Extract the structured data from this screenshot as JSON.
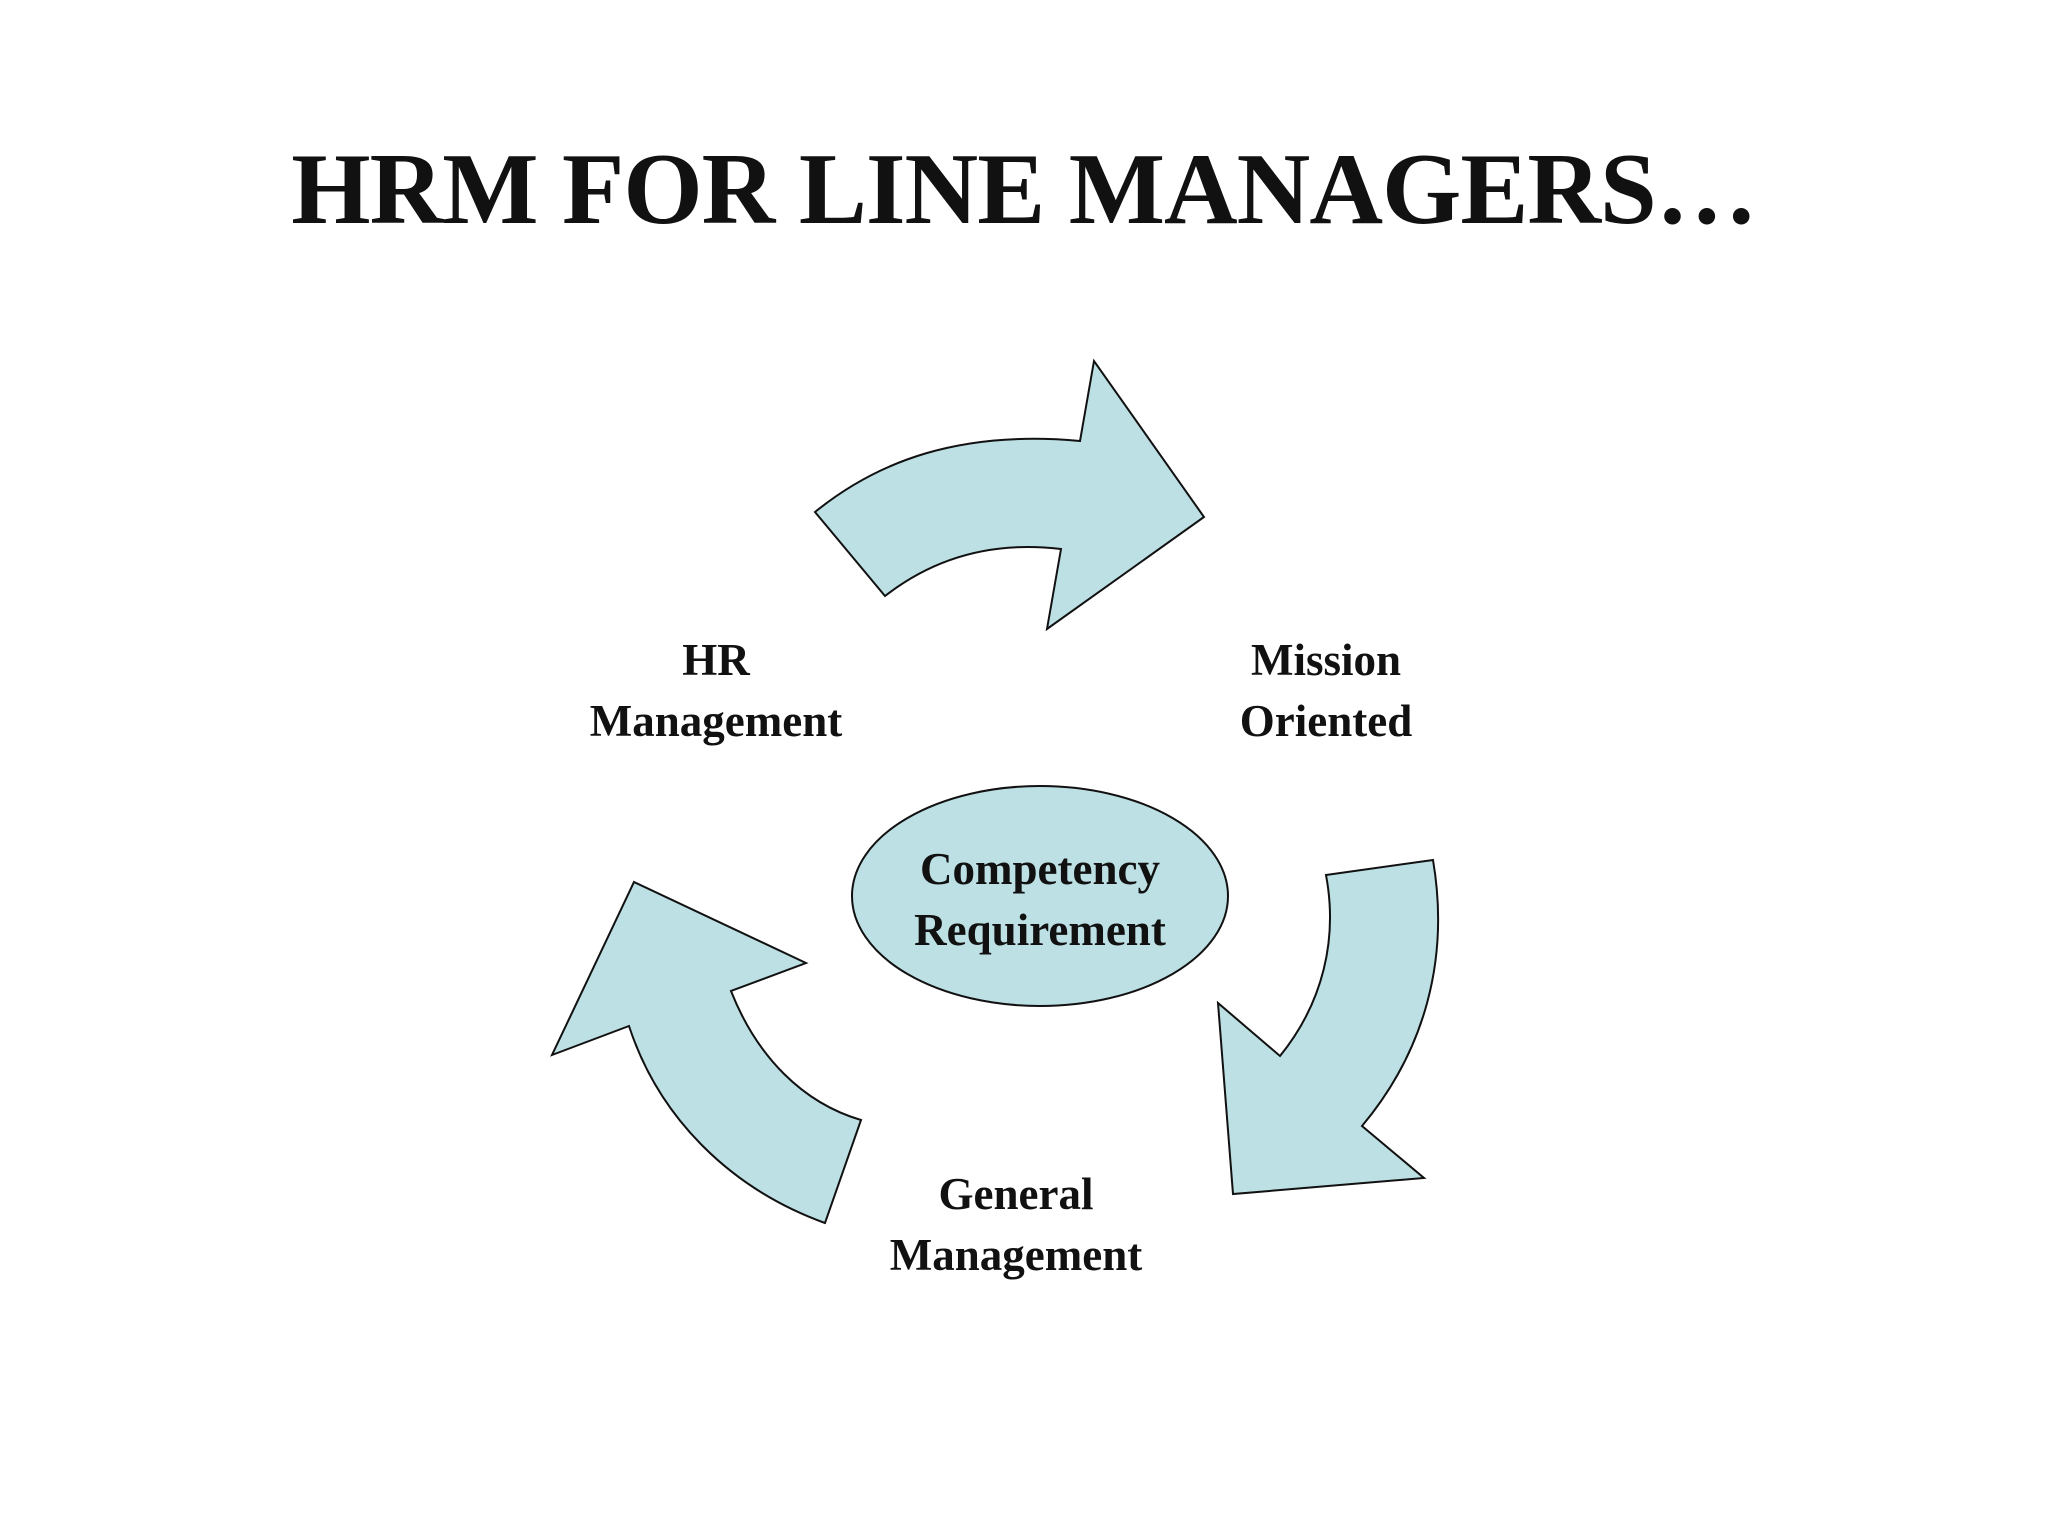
{
  "title": "HRM FOR LINE MANAGERS…",
  "nodes": {
    "hr_management": [
      "HR",
      "Management"
    ],
    "mission_oriented": [
      "Mission",
      "Oriented"
    ],
    "general_management": [
      "General",
      "Management"
    ],
    "center": [
      "Competency",
      "Requirement"
    ]
  },
  "colors": {
    "arrow_fill": "#bde0e4",
    "outline": "#111111",
    "text": "#111111",
    "background": "#ffffff"
  }
}
